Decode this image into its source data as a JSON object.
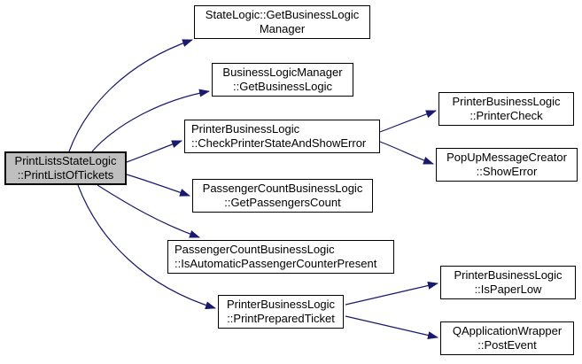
{
  "diagram": {
    "type": "call-graph",
    "background_color": "#ffffff",
    "edge_color": "#191970",
    "node_border_color": "#000000",
    "node_fill": "#ffffff",
    "root_fill": "#bfbfbf"
  },
  "nodes": {
    "root": {
      "label": "PrintListsStateLogic\n::PrintListOfTickets"
    },
    "n1": {
      "label": "StateLogic::GetBusinessLogic\nManager"
    },
    "n2": {
      "label": "BusinessLogicManager\n::GetBusinessLogic"
    },
    "n3": {
      "label": "PrinterBusinessLogic\n::CheckPrinterStateAndShowError"
    },
    "n4": {
      "label": "PassengerCountBusinessLogic\n::GetPassengersCount"
    },
    "n5": {
      "label": "PassengerCountBusinessLogic\n::IsAutomaticPassengerCounterPresent"
    },
    "n6": {
      "label": "PrinterBusinessLogic\n::PrintPreparedTicket"
    },
    "r1": {
      "label": "PrinterBusinessLogic\n::PrinterCheck"
    },
    "r2": {
      "label": "PopUpMessageCreator\n::ShowError"
    },
    "r3": {
      "label": "PrinterBusinessLogic\n::IsPaperLow"
    },
    "r4": {
      "label": "QApplicationWrapper\n::PostEvent"
    }
  },
  "edges": [
    {
      "from": "root",
      "to": "n1"
    },
    {
      "from": "root",
      "to": "n2"
    },
    {
      "from": "root",
      "to": "n3"
    },
    {
      "from": "root",
      "to": "n4"
    },
    {
      "from": "root",
      "to": "n5"
    },
    {
      "from": "root",
      "to": "n6"
    },
    {
      "from": "n3",
      "to": "r1"
    },
    {
      "from": "n3",
      "to": "r2"
    },
    {
      "from": "n6",
      "to": "r3"
    },
    {
      "from": "n6",
      "to": "r4"
    }
  ]
}
